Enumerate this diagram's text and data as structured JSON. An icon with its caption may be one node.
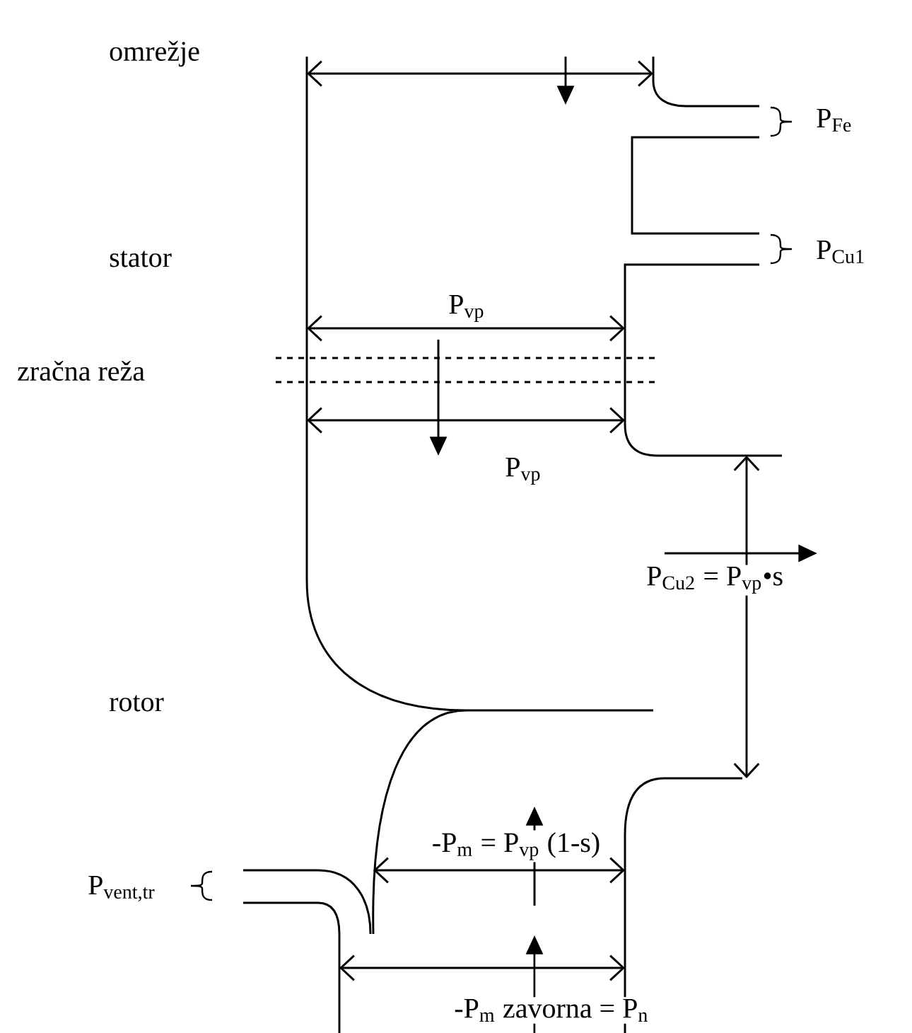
{
  "diagram": {
    "labels": [
      "omrežje",
      "P$_{Fe}$",
      "stator",
      "P$_{Cu1}$",
      "P$_{vp}$",
      "zračna reža",
      "P$_{vp}$",
      "P$_{Cu2}$ = P$_{vp}$•s",
      "rotor",
      "-P$_{m}$ = P$_{vp}$ (1-s)",
      "P$_{vent,tr}$",
      "-P$_{m}$ zavorna = P$_{n}$"
    ]
  }
}
